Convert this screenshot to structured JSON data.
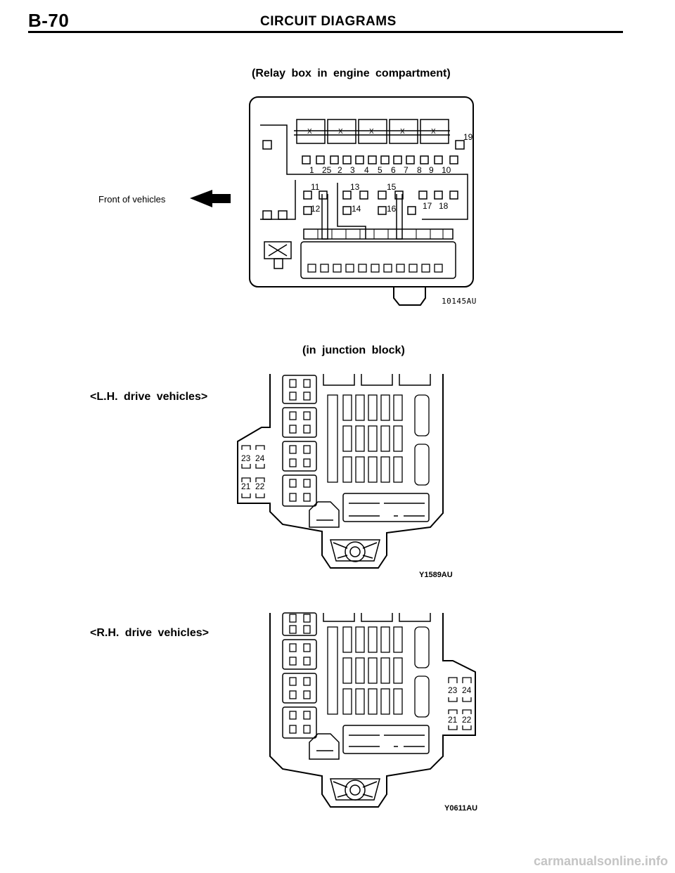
{
  "header": {
    "page_number": "B-70",
    "title": "CIRCUIT DIAGRAMS"
  },
  "relay_box": {
    "caption": "(Relay box in engine compartment)",
    "front_label": "Front of vehicles",
    "figure_code": "10145AU",
    "terminals_row1": [
      "1",
      "25",
      "2",
      "3",
      "4",
      "5",
      "6",
      "7",
      "8",
      "9",
      "10"
    ],
    "terminal_19": "19",
    "terminals_upper": [
      "11",
      "13",
      "15"
    ],
    "terminals_lower": [
      "12",
      "14",
      "16",
      "17",
      "18"
    ]
  },
  "junction_block": {
    "caption": "(in junction block)",
    "lh": {
      "label": "<L.H. drive vehicles>",
      "figure_code": "Y1589AU",
      "terminals": [
        "23",
        "24",
        "21",
        "22"
      ]
    },
    "rh": {
      "label": "<R.H. drive vehicles>",
      "figure_code": "Y0611AU",
      "terminals": [
        "23",
        "24",
        "21",
        "22"
      ]
    }
  },
  "footer": {
    "watermark": "carmanualsonline.info"
  }
}
